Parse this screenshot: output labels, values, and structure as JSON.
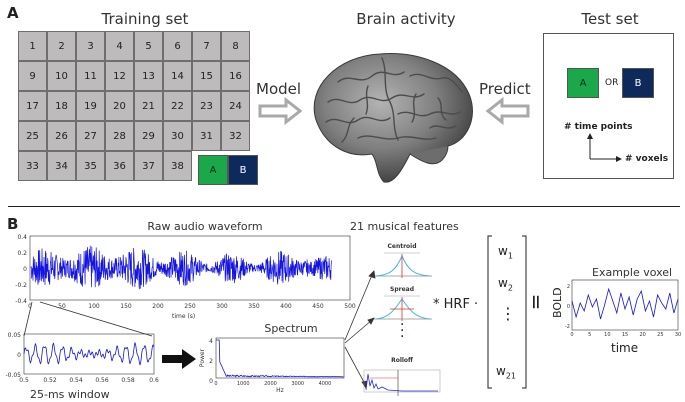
{
  "panel_a": {
    "letter": "A",
    "training_title": "Training set",
    "brain_title": "Brain activity",
    "test_title": "Test set",
    "model_label": "Model",
    "predict_label": "Predict",
    "cells": [
      "1",
      "2",
      "3",
      "4",
      "5",
      "6",
      "7",
      "8",
      "9",
      "10",
      "11",
      "12",
      "13",
      "14",
      "15",
      "16",
      "17",
      "18",
      "19",
      "20",
      "21",
      "22",
      "23",
      "24",
      "25",
      "26",
      "27",
      "28",
      "29",
      "30",
      "31",
      "32",
      "33",
      "34",
      "35",
      "36",
      "37",
      "38"
    ],
    "stim_a": "A",
    "stim_b": "B",
    "or_label": "OR",
    "time_points": "# time points",
    "voxels": "# voxels",
    "colors": {
      "green": "#1aa84a",
      "navy": "#0e2a5c",
      "cell_gray": "#bdbbbc",
      "arrow_gray": "#a9a9a9"
    }
  },
  "panel_b": {
    "letter": "B",
    "waveform_title": "Raw audio waveform",
    "features_title": "21 musical features",
    "feature_names": [
      "Centroid",
      "Spread",
      "Rolloff"
    ],
    "hrf_label": "* HRF ·",
    "weights": {
      "w1": "w",
      "w1_sub": "1",
      "w2": "w",
      "w2_sub": "2",
      "w21": "w",
      "w21_sub": "21",
      "dots": "⋮"
    },
    "equals": "=",
    "voxel_title": "Example voxel",
    "voxel_xlabel": "time",
    "voxel_ylabel": "BOLD",
    "spectrum_title": "Spectrum",
    "spectrum_xlabel": "Hz",
    "spectrum_ylabel": "Power",
    "window_label": "25-ms window",
    "waveform_xlabel": "time (s)",
    "waveform_yticks": [
      "0.4",
      "0.2",
      "0",
      "-0.2",
      "-0.4"
    ],
    "waveform_xticks": [
      "0",
      "50",
      "100",
      "150",
      "200",
      "250",
      "300",
      "350",
      "400",
      "450",
      "500"
    ],
    "window_yticks": [
      "0.05",
      "0",
      "-0.05"
    ],
    "window_xticks": [
      "0.5",
      "0.52",
      "0.54",
      "0.56",
      "0.58",
      "0.6"
    ],
    "spectrum_yticks": [
      "4",
      "2",
      "0"
    ],
    "spectrum_xticks": [
      "0",
      "1000",
      "2000",
      "3000",
      "4000"
    ],
    "voxel_yticks": [
      "2",
      "0",
      "-2"
    ],
    "voxel_xticks": [
      "0",
      "5",
      "10",
      "15",
      "20",
      "25",
      "30"
    ],
    "colors": {
      "signal": "#1414e0"
    }
  }
}
